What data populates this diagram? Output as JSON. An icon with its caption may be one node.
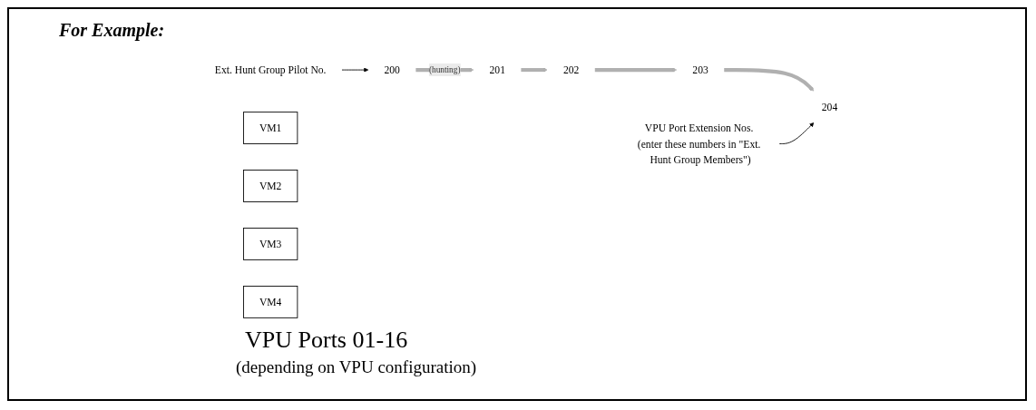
{
  "diagram": {
    "nodes": [
      {
        "text": [
          "Ext. Hunt Group Pilot No."
        ]
      },
      {
        "text": [
          "200"
        ]
      },
      {
        "text": [
          "201"
        ]
      },
      {
        "text": [
          "202"
        ]
      },
      {
        "text": [
          "203"
        ]
      },
      {
        "text": [
          "204"
        ]
      },
      {
        "text": [
          "VM1"
        ]
      },
      {
        "text": [
          "VM2"
        ]
      },
      {
        "text": [
          "VM3"
        ]
      },
      {
        "text": [
          "VM4"
        ]
      },
      {
        "text": [
          "VPU Port Extension Nos. (enter these numbers in \"Ext. Hunt Group Members\")"
        ]
      }
    ],
    "edges": [
      {
        "from": 0,
        "to": 1,
        "arrow": "to",
        "color": "#000000"
      },
      {
        "from": 1,
        "to": 2,
        "arrow": "to",
        "label": "(hunting)",
        "color": "#b0b0b0"
      },
      {
        "from": 2,
        "to": 3,
        "arrow": "to",
        "color": "#b0b0b0"
      },
      {
        "from": 3,
        "to": 4,
        "arrow": "to",
        "color": "#b0b0b0"
      },
      {
        "from": 4,
        "to": 5,
        "arrow": "to",
        "color": "#b0b0b0"
      },
      {
        "from": 10,
        "to": 5,
        "arrow": "to",
        "color": "#000000"
      }
    ],
    "labels": [
      "For Example:",
      "VPU Ports 01-16",
      "(depending on VPU configuration)"
    ]
  }
}
